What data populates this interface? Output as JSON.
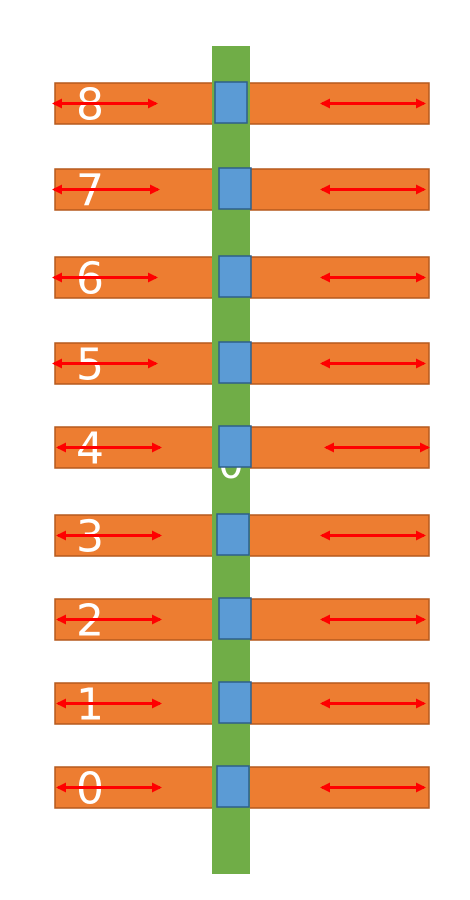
{
  "colors": {
    "shaft": "#70ad47",
    "bar_fill": "#ed7d31",
    "bar_stroke": "#b55a1e",
    "block_fill": "#5b9bd5",
    "block_stroke": "#2e5f8a",
    "arrow": "#ff0000",
    "label": "#ffffff"
  },
  "icons": {
    "arrow": "double-headed-arrow",
    "block": "square-block"
  },
  "rows": [
    {
      "label": "8"
    },
    {
      "label": "7"
    },
    {
      "label": "6"
    },
    {
      "label": "5"
    },
    {
      "label": "4"
    },
    {
      "label": "3"
    },
    {
      "label": "2"
    },
    {
      "label": "1"
    },
    {
      "label": "0"
    }
  ],
  "center_mark": "0"
}
